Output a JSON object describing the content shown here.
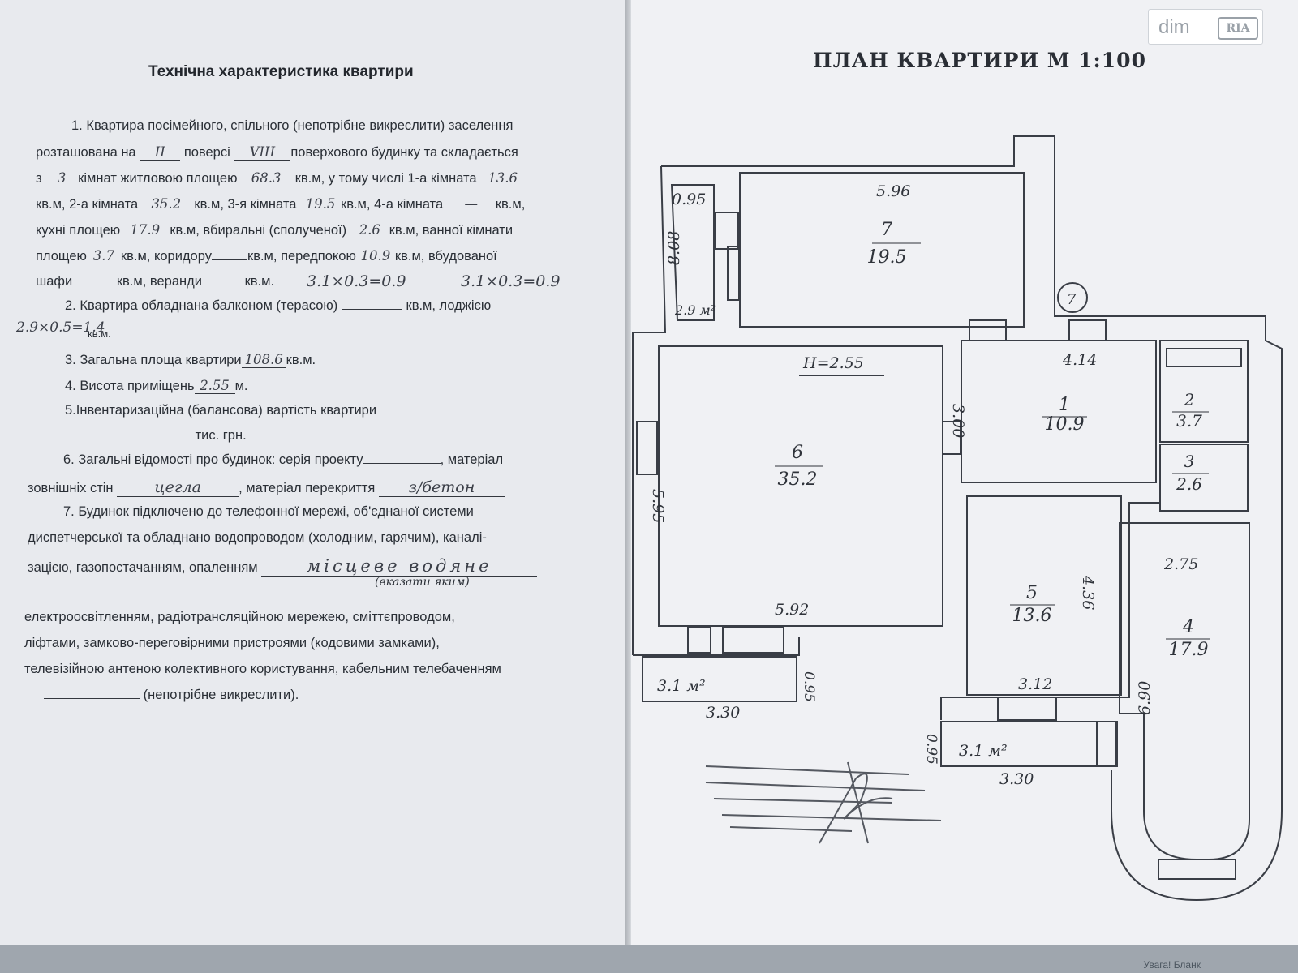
{
  "watermark": {
    "text1": "dim",
    "text2": "RIA"
  },
  "left": {
    "title": "Технічна характеристика квартири",
    "l1": "1. Квартира посімейного, спільного (непотрібне викреслити) заселення",
    "l2a": "розташована на",
    "floor": "II",
    "l2b": "поверсі",
    "floors_total": "VIII",
    "l2c": "поверхового будинку та складається",
    "l3a": "з",
    "rooms": "3",
    "l3b": "кімнат житловою площею",
    "living_area": "68.3",
    "l3c": "кв.м, у тому числі 1-а кімната",
    "room1": "13.6",
    "l4a": "кв.м, 2-а кімната",
    "room2": "35.2",
    "l4b": "кв.м, 3-я кімната",
    "room3": "19.5",
    "l4c": "кв.м, 4-а кімната",
    "room4": "—",
    "l4d": "кв.м,",
    "l5a": "кухні площею",
    "kitchen": "17.9",
    "l5b": "кв.м, вбиральні (сполученої)",
    "wc": "2.6",
    "l5c": "кв.м, ванної кімнати",
    "l6a": "площею",
    "bath": "3.7",
    "l6b": "кв.м, коридору",
    "l6c": "кв.м, передпокою",
    "hall": "10.9",
    "l6d": "кв.м, вбудованої",
    "l7a": "шафи",
    "l7b": "кв.м, веранди",
    "l7c": "кв.м.",
    "calc1": "3.1×0.3=0.9",
    "calc2": "3.1×0.3=0.9",
    "l8a": "2. Квартира обладнана балконом (терасою)",
    "l8b": "кв.м, лоджією",
    "loggia_calc": "2.9×0.5=1.4",
    "l9": "кв.м.",
    "l10a": "3. Загальна площа квартири",
    "total_area": "108.6",
    "l10b": "кв.м.",
    "l11a": "4. Висота приміщень",
    "height": "2.55",
    "l11b": "м.",
    "l12": "5.Інвентаризаційна (балансова) вартість квартири",
    "l13": "тис. грн.",
    "l14a": "6. Загальні відомості про будинок: серія проекту",
    "l14b": ", матеріал",
    "l15a": "зовнішніх стін",
    "wall": "цегла",
    "l15b": ", матеріал перекриття",
    "slab": "з/бетон",
    "l16": "7. Будинок підключено до телефонної мережі, об'єднаної системи",
    "l17": "диспетчерської та обладнано водопроводом (холодним, гарячим), каналі-",
    "l18a": "зацією, газопостачанням, опаленням",
    "heating": "місцеве водяне",
    "l19": "(вказати яким)",
    "l20": "електроосвітленням, радіотрансляційною мережею, сміттєпроводом,",
    "l21": "ліфтами, замково-переговірними пристроями (кодовими замками),",
    "l22": "телевізійною антеною колективного користування, кабельним телебаченням",
    "l23": "(непотрібне викреслити)."
  },
  "right": {
    "title": "ПЛАН КВАРТИРИ М 1:100",
    "rooms": [
      {
        "n": "7",
        "a": "19.5"
      },
      {
        "n": "6",
        "a": "35.2"
      },
      {
        "n": "1",
        "a": "10.9"
      },
      {
        "n": "2",
        "a": "3.7"
      },
      {
        "n": "3",
        "a": "2.6"
      },
      {
        "n": "5",
        "a": "13.6"
      },
      {
        "n": "4",
        "a": "17.9"
      }
    ],
    "dims": {
      "d596": "5.96",
      "d095a": "0.95",
      "d808": "8.08",
      "d29": "2.9 м²",
      "h": "H=2.55",
      "d414": "4.14",
      "d300": "3.00",
      "d595": "5.95",
      "d592": "5.92",
      "d436": "4.36",
      "d275": "2.75",
      "d312": "3.12",
      "d690": "6.90",
      "d31a": "3.1 м²",
      "d330a": "3.30",
      "d095b": "0.95",
      "d095c": "0.95",
      "d31b": "3.1 м²",
      "d330b": "3.30",
      "axis": "7"
    }
  },
  "bottom": {
    "text": "Увага! Бланк"
  }
}
